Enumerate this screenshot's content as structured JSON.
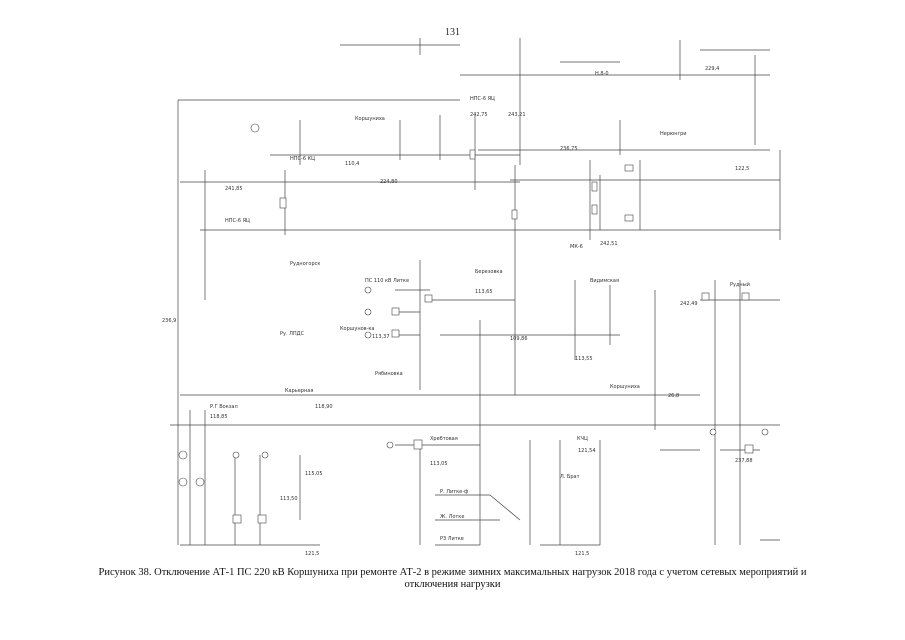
{
  "page": {
    "number": "131",
    "caption_line1": "Рисунок 38. Отключение АТ-1 ПС 220 кВ Коршуниха при ремонте АТ-2 в режиме зимних максимальных нагрузок 2018 года с учетом сетевых мероприятий и",
    "caption_line2": "отключения нагрузки"
  },
  "schematic": {
    "labels": {
      "l1": "Коршуниха",
      "l2": "НПС-6 КЦ",
      "l3": "НПС-6 ЯЦ",
      "l4": "НПС-6 ЯЦ",
      "l5": "242,75",
      "l6": "243,21",
      "l7": "242,51",
      "l8": "241,85",
      "l9": "МК-6",
      "l10": "Н,8-0",
      "l11": "Нерюнгри",
      "l12": "Рудногорск",
      "l13": "Ру. ЛПДС",
      "l14": "Коршунов-ка",
      "l15": "ПС 110 кВ Литке",
      "l16": "Березовка",
      "l17": "Видимская",
      "l18": "Рудный",
      "l19": "Рябиновка",
      "l20": "Карьерная",
      "l21": "Хребтовая",
      "l22": "Коршуниха",
      "l23": "КЧЦ",
      "l24": "Л. Брат",
      "l25": "Р.Г Вокзал",
      "l26": "Р. Литке-ф",
      "l27": "Ж. Лотке",
      "l28": "Р3 Литке",
      "l29": "113,65",
      "l30": "109,86",
      "l31": "113,05",
      "l32": "113,37",
      "l33": "118,85",
      "l34": "115,05",
      "l35": "113,50",
      "l36": "118,90",
      "l37": "113,55",
      "l38": "121,54",
      "l39": "121,5",
      "l40": "121,5",
      "l41": "236,9",
      "l42": "236,75",
      "l43": "110,4",
      "l44": "242,49",
      "l45": "224,80",
      "l46": "229,4",
      "l47": "122,5",
      "l48": "237,88",
      "l49": "26,8"
    }
  }
}
